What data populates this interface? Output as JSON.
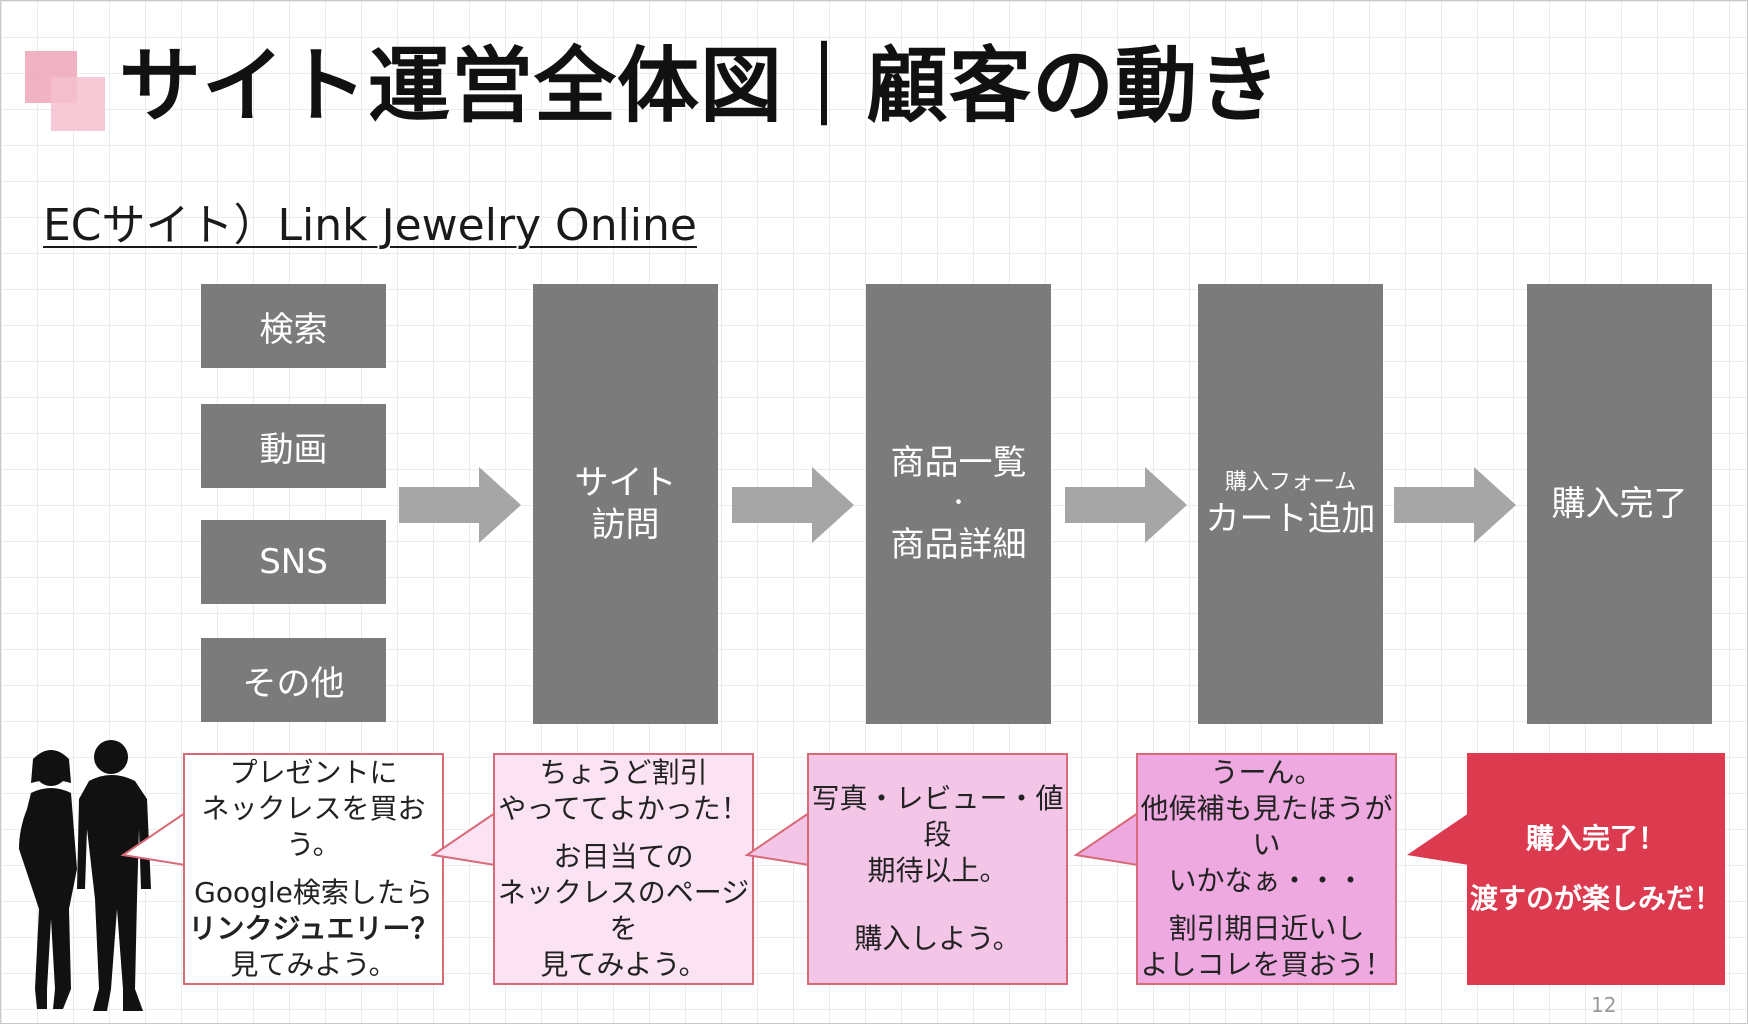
{
  "title": "サイト運営全体図｜顧客の動き",
  "subtitle": "ECサイト）Link Jewelry Online",
  "sources": [
    "検索",
    "動画",
    "SNS",
    "その他"
  ],
  "stages": {
    "visit": [
      "サイト",
      "訪問"
    ],
    "products": [
      "商品一覧",
      "・",
      "商品詳細"
    ],
    "cart_small": "購入フォーム",
    "cart": "カート追加",
    "complete": "購入完了"
  },
  "bubbles": {
    "b1": {
      "line1": "プレゼントに",
      "line2": "ネックレスを買おう。",
      "line3": "Google検索したら",
      "line4": "リンクジュエリー？",
      "line5": "見てみよう。"
    },
    "b2": {
      "line1": "ちょうど割引",
      "line2": "やっててよかった！",
      "line3": "お目当ての",
      "line4": "ネックレスのページを",
      "line5": "見てみよう。"
    },
    "b3": {
      "line1": "写真・レビュー・値段",
      "line2": "期待以上。",
      "line3": "購入しよう。"
    },
    "b4": {
      "line1": "うーん。",
      "line2": "他候補も見たほうがい",
      "line3": "いかなぁ・・・",
      "line4": "割引期日近いし",
      "line5": "よしコレを買おう！"
    },
    "b5": {
      "line1": "購入完了！",
      "line2": "渡すのが楽しみだ！"
    }
  },
  "colors": {
    "box_gray": "#7b7b7b",
    "arrow_gray": "#a6a6a6",
    "bubble_border": "#d86a78",
    "bubble_1": "#ffffff",
    "bubble_2": "#fbe3f3",
    "bubble_3": "#f3c6e8",
    "bubble_4": "#eea9e0",
    "bubble_5": "#dc3a4f",
    "logo_pink": "#eea5ba"
  },
  "page_number": "12"
}
